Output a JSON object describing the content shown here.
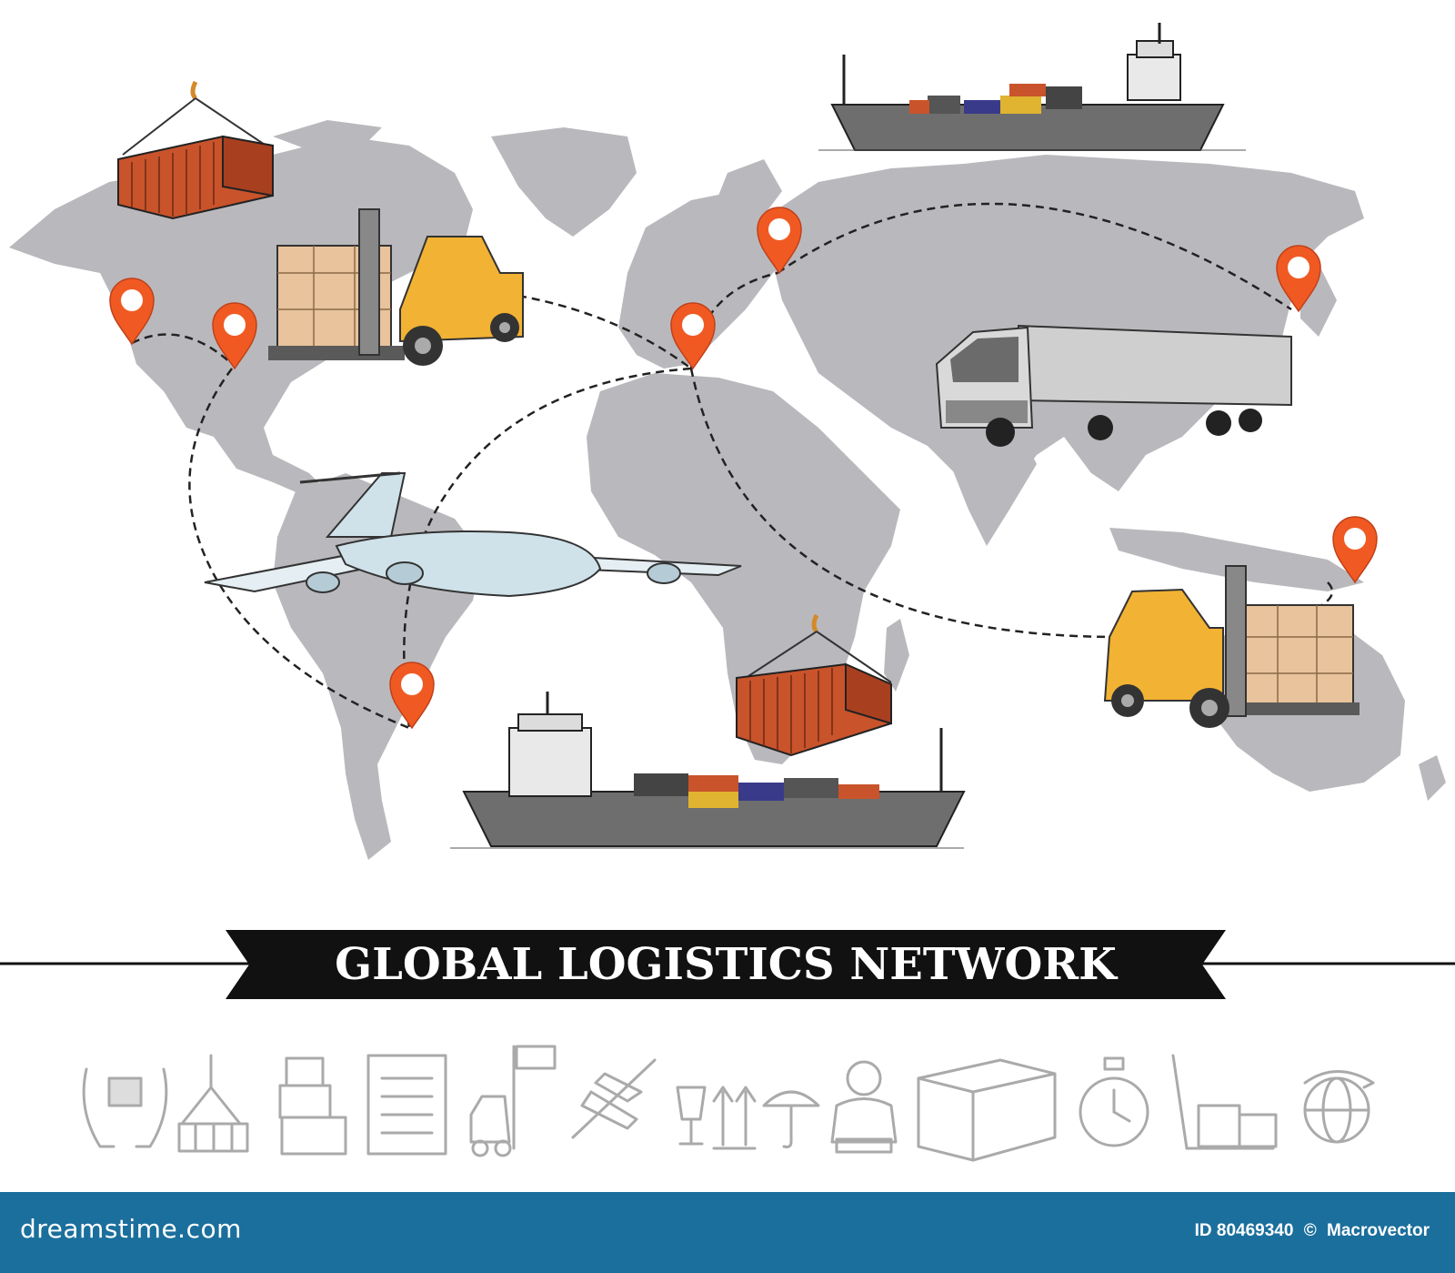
{
  "banner": {
    "title": "GLOBAL LOGISTICS NETWORK"
  },
  "footer": {
    "brand": "dreamstime.com",
    "id_label": "ID 80469340",
    "copyright_symbol": "©",
    "author": "Macrovector"
  },
  "colors": {
    "map": "#b9b9bd",
    "pin": "#f05a22",
    "container": "#c9532b",
    "ship_hull": "#6e6e6e",
    "forklift": "#f2b233",
    "boxes": "#e8c39b",
    "truck": "#cfcfcf",
    "plane": "#cfe2ea",
    "banner": "#111111",
    "icons": "#aaaaaa",
    "footer_bg": "#1b6f9c"
  },
  "illustrations": [
    "hanging-container",
    "cargo-ship-top",
    "forklift-with-boxes",
    "truck",
    "cargo-plane",
    "hanging-container-center",
    "cargo-ship-bottom",
    "forklift-right"
  ],
  "icons": [
    "hands-box-icon",
    "crane-container-icon",
    "parcel-stack-icon",
    "checklist-icon",
    "forklift-icon",
    "airplane-icon",
    "fragile-glass-icon",
    "this-side-up-icon",
    "keep-dry-umbrella-icon",
    "operator-headset-icon",
    "boxes-pallet-icon",
    "stopwatch-icon",
    "hand-truck-icon",
    "globe-delivery-icon"
  ]
}
